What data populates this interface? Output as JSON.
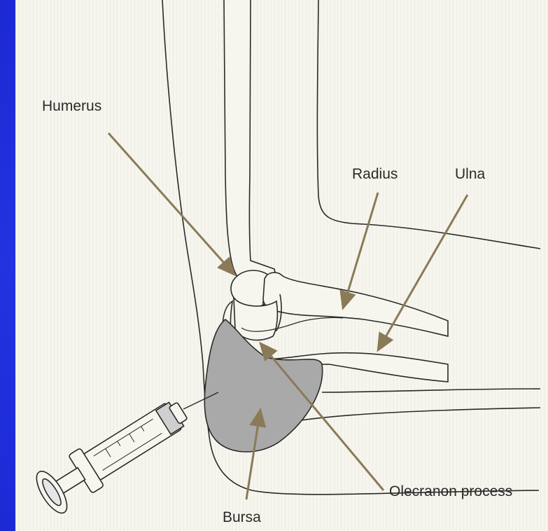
{
  "labels": {
    "humerus": "Humerus",
    "radius": "Radius",
    "ulna": "Ulna",
    "olecranon": "Olecranon process",
    "bursa": "Bursa"
  },
  "colors": {
    "background": "#1f2fd8",
    "paper": "#f6f5ee",
    "arrow": "#8a7a58",
    "bursa_fill": "#a9a9a9",
    "outline": "#2a2a2a"
  }
}
